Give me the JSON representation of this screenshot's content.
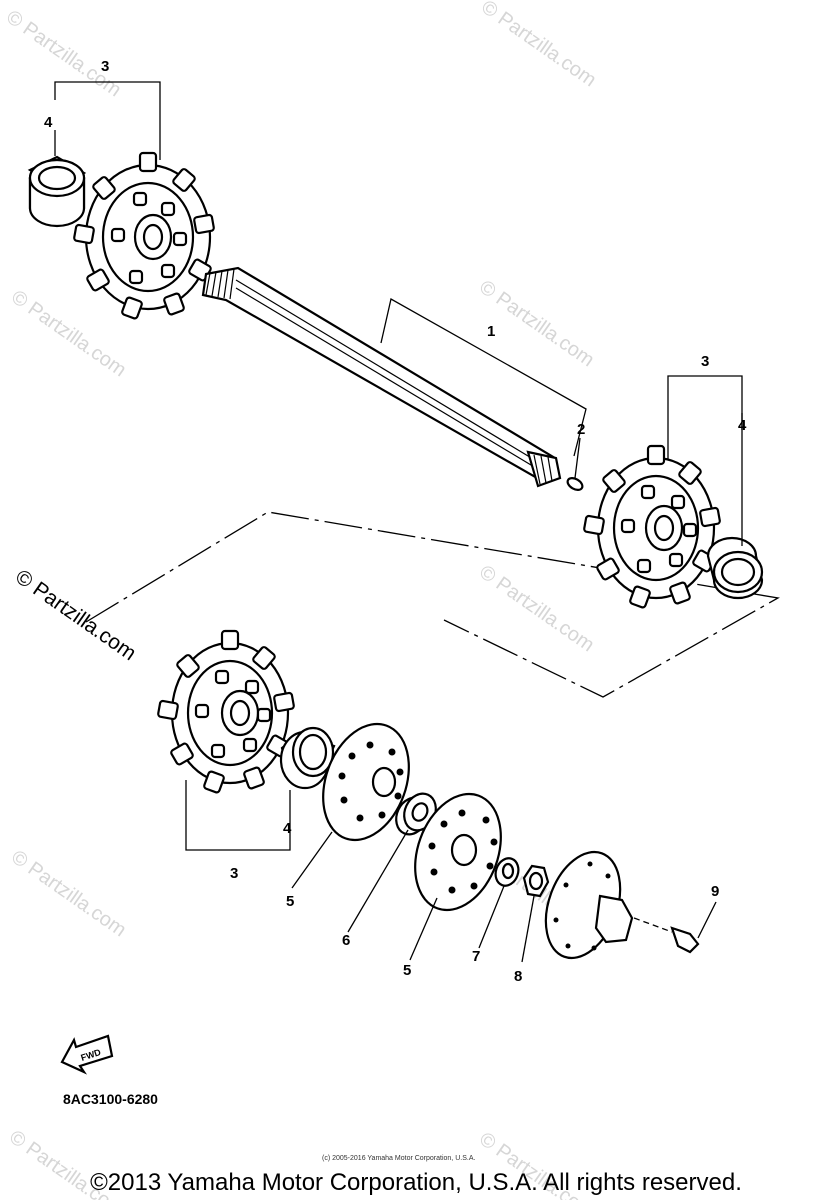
{
  "diagram": {
    "callouts": {
      "shaft": "1",
      "pin": "2",
      "sprocket_top_left": "3",
      "bushing_top_left": "4",
      "sprocket_right": "3",
      "bushing_right": "4",
      "sprocket_bottom": "3",
      "bushing_bottom": "4",
      "plate_left": "5",
      "bearing": "6",
      "plate_right": "5",
      "washer": "7",
      "nut": "8",
      "bolt": "9"
    },
    "fwd_label": "FWD",
    "diagram_code": "8AC3100-6280",
    "fine_print": "(c) 2005-2016 Yamaha Motor Corporation, U.S.A.",
    "copyright": "©2013 Yamaha Motor Corporation, U.S.A. All rights reserved.",
    "watermark": "© Partzilla.com"
  }
}
